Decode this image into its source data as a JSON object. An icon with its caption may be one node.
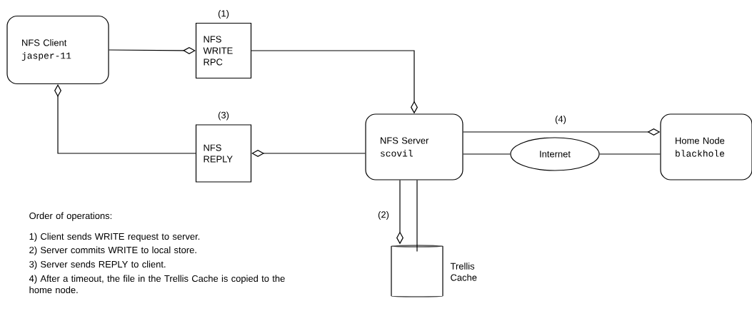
{
  "diagram": {
    "nodes": [
      {
        "text": [
          "NFS Client",
          "jasper-11"
        ]
      },
      {
        "text": [
          "NFS WRITE RPC"
        ],
        "beside": [
          "(1)"
        ]
      },
      {
        "text": [
          "NFS REPLY"
        ],
        "beside": [
          "(3)"
        ]
      },
      {
        "text": [
          "NFS Server",
          "scovil"
        ]
      },
      {
        "text": [
          "Internet"
        ]
      },
      {
        "text": [
          "Home Node",
          "blackhole"
        ]
      },
      {
        "text": [
          "Trellis Cache"
        ]
      }
    ],
    "edges": [
      {
        "from": 0,
        "to": 1,
        "arrow": "other"
      },
      {
        "from": 1,
        "to": 3,
        "arrow": "other"
      },
      {
        "from": 3,
        "to": 2,
        "arrow": "other"
      },
      {
        "from": 2,
        "to": 0,
        "arrow": "other"
      },
      {
        "from": 3,
        "to": 5,
        "arrow": "other",
        "label": "(4)"
      },
      {
        "from": 3,
        "to": 4,
        "arrow": "none"
      },
      {
        "from": 4,
        "to": 5,
        "arrow": "none"
      },
      {
        "from": 3,
        "to": 6,
        "arrow": "other",
        "label": "(2)"
      },
      {
        "from": 3,
        "to": 6,
        "arrow": "none"
      }
    ],
    "labels": [
      "Order of operations:",
      "1) Client sends WRITE request to server.",
      "2) Server commits WRITE to local store.",
      "3) Server sends REPLY to client.",
      "4) After a timeout, the file in the Trellis Cache is copied to the home node."
    ]
  }
}
